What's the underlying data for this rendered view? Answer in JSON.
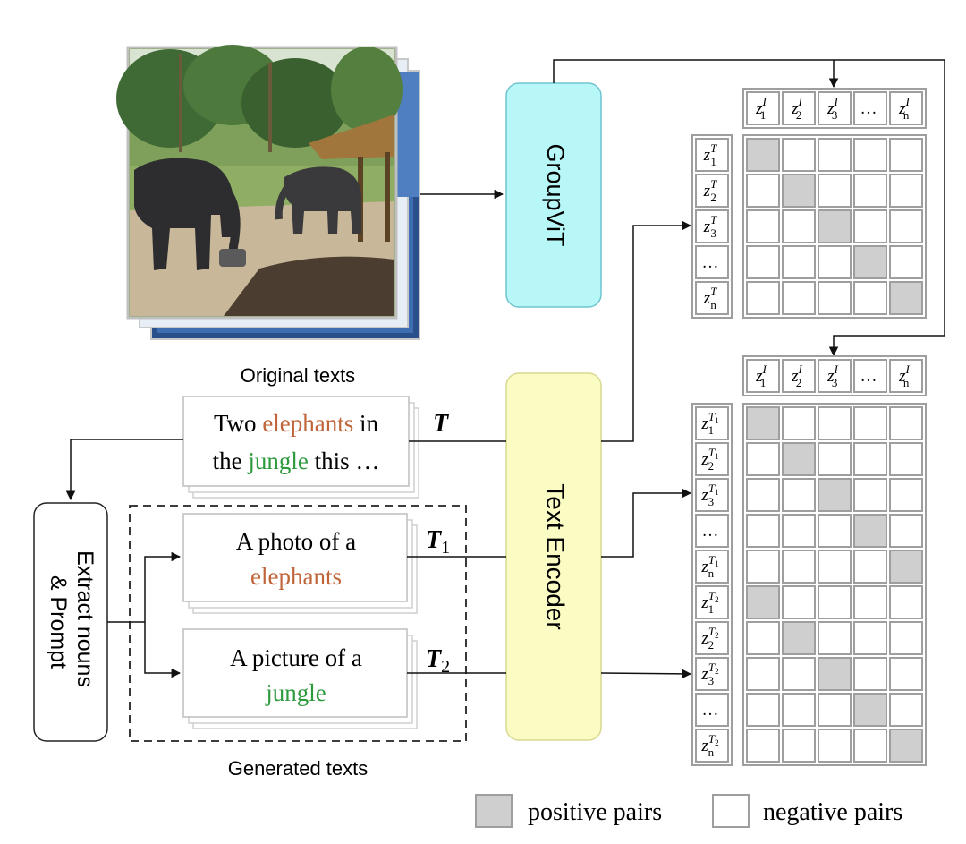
{
  "colors": {
    "elephants": "#c0653a",
    "jungle": "#2e9a3e",
    "groupvit_fill": "#b7f7f7",
    "groupvit_stroke": "#6fc4cf",
    "encoder_fill": "#fbfcc4",
    "encoder_stroke": "#d8d890",
    "grid_stroke": "#9e9e9e",
    "positive_cell": "#cfcfcf"
  },
  "image": {
    "subject": "two elephants in a jungle clearing beside a thatched hut"
  },
  "labels": {
    "groupvit": "GroupViT",
    "text_encoder": "Text Encoder",
    "extract_line1": "Extract nouns",
    "extract_line2": "& Prompt",
    "original_texts": "Original texts",
    "generated_texts": "Generated texts",
    "T": "T",
    "T1_base": "T",
    "T1_sub": "1",
    "T2_base": "T",
    "T2_sub": "2"
  },
  "texts": {
    "original": {
      "line1_pre": "Two ",
      "line1_noun": "elephants",
      "line1_post": " in",
      "line2_pre": "the ",
      "line2_noun": "jungle",
      "line2_post": " this …"
    },
    "gen1": {
      "line1": "A photo of a",
      "line2": "elephants"
    },
    "gen2": {
      "line1": "A picture of a",
      "line2": "jungle"
    }
  },
  "matrix_top": {
    "header": [
      "z",
      "z",
      "z",
      "…",
      "z"
    ],
    "header_subs": [
      "1",
      "2",
      "3",
      "",
      "n"
    ],
    "header_sup": "I",
    "rows": [
      "z",
      "z",
      "z",
      "…",
      "z"
    ],
    "row_subs": [
      "1",
      "2",
      "3",
      "",
      "n"
    ],
    "row_sup": "T",
    "positives": [
      0,
      1,
      2,
      3,
      4
    ]
  },
  "matrix_bottom": {
    "header": [
      "z",
      "z",
      "z",
      "…",
      "z"
    ],
    "header_subs": [
      "1",
      "2",
      "3",
      "",
      "n"
    ],
    "header_sup": "I",
    "rows": [
      "z",
      "z",
      "z",
      "…",
      "z",
      "z",
      "z",
      "z",
      "…",
      "z"
    ],
    "row_subs": [
      "1",
      "2",
      "3",
      "",
      "n",
      "1",
      "2",
      "3",
      "",
      "n"
    ],
    "row_sup_base": "T",
    "row_sup_subs": [
      "1",
      "1",
      "1",
      "",
      "1",
      "2",
      "2",
      "2",
      "",
      "2"
    ],
    "positives": [
      0,
      1,
      2,
      3,
      4,
      0,
      1,
      2,
      3,
      4
    ]
  },
  "legend": {
    "positive": "positive pairs",
    "negative": "negative pairs"
  }
}
